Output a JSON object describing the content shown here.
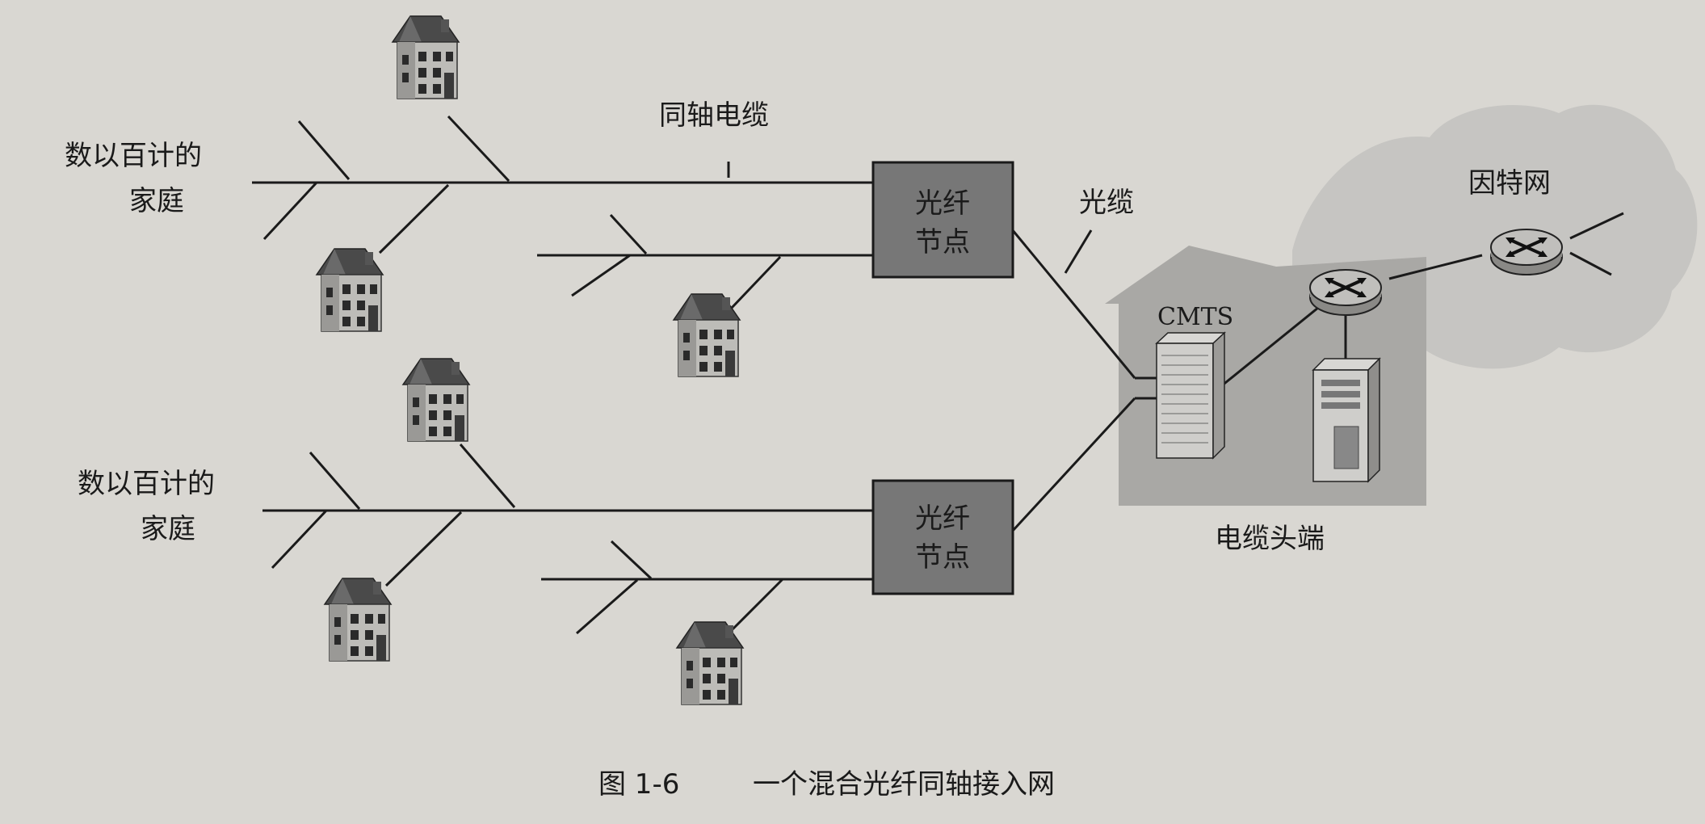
{
  "labels": {
    "homes_top": [
      "数以百计的",
      "家庭"
    ],
    "homes_bottom": [
      "数以百计的",
      "家庭"
    ],
    "coax": "同轴电缆",
    "fiber_cable": "光缆",
    "fiber_node_top": [
      "光纤",
      "节点"
    ],
    "fiber_node_bottom": [
      "光纤",
      "节点"
    ],
    "cmts": "CMTS",
    "headend": "电缆头端",
    "internet": "因特网"
  },
  "caption": {
    "number": "图 1-6",
    "text": "一个混合光纤同轴接入网"
  },
  "colors": {
    "background": "#d9d7d2",
    "line": "#1a1a1a",
    "fiber_node_fill": "#777777",
    "headend_fill": "#a9a8a5",
    "internet_cloud": "#c6c5c2",
    "router_fill": "#b5b4b1"
  }
}
